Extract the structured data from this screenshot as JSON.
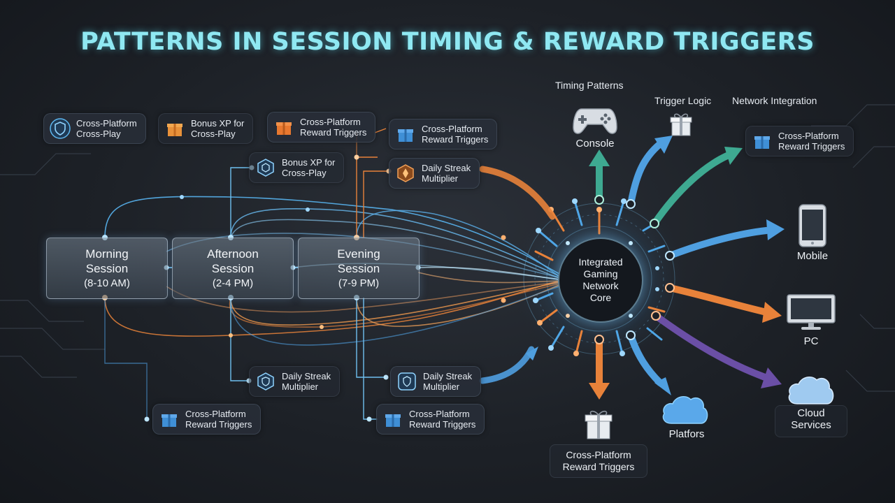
{
  "title": "PATTERNS IN SESSION TIMING & REWARD TRIGGERS",
  "sessions": [
    {
      "name": "Morning",
      "line2": "Session",
      "time": "(8-10 AM)"
    },
    {
      "name": "Afternoon",
      "line2": "Session",
      "time": "(2-4 PM)"
    },
    {
      "name": "Evening",
      "line2": "Session",
      "time": "(7-9 PM)"
    }
  ],
  "chips": [
    {
      "label_1": "Cross-Platform",
      "label_2": "Cross-Play",
      "icon": "shield-icon"
    },
    {
      "label_1": "Bonus XP for",
      "label_2": "Cross-Play",
      "icon": "gift-icon"
    },
    {
      "label_1": "Cross-Platform",
      "label_2": "Reward Triggers",
      "icon": "gift-icon"
    },
    {
      "label_1": "Cross-Platform",
      "label_2": "Reward Triggers",
      "icon": "gift-icon"
    },
    {
      "label_1": "Bonus XP for",
      "label_2": "Cross-Play",
      "icon": "hexagon-badge-icon"
    },
    {
      "label_1": "Daily Streak",
      "label_2": "Multiplier",
      "icon": "streak-badge-icon"
    },
    {
      "label_1": "Daily Streak",
      "label_2": "Multiplier",
      "icon": "shield-icon"
    },
    {
      "label_1": "Daily Streak",
      "label_2": "Multiplier",
      "icon": "shield-icon"
    },
    {
      "label_1": "Cross-Platform",
      "label_2": "Reward Triggers",
      "icon": "gift-icon"
    },
    {
      "label_1": "Cross-Platform",
      "label_2": "Reward Triggers",
      "icon": "gift-icon"
    },
    {
      "label_1": "Cross-Platform",
      "label_2": "Reward Triggers",
      "icon": "gift-icon"
    }
  ],
  "core": {
    "line1": "Integrated",
    "line2": "Gaming",
    "line3": "Network",
    "line4": "Core"
  },
  "top_labels": {
    "timing": "Timing Patterns",
    "trigger": "Trigger Logic",
    "network": "Network Integration"
  },
  "devices": {
    "console": "Console",
    "mobile": "Mobile",
    "pc": "PC",
    "platforms": "Platfors",
    "cloud_1": "Cloud",
    "cloud_2": "Services"
  },
  "bottom_reward": {
    "line1": "Cross-Platform",
    "line2": "Reward Triggers"
  },
  "colors": {
    "title": "#8fe8f2",
    "blue": "#4fa6e6",
    "orange": "#e8823a",
    "teal": "#3ea991",
    "purple": "#6b4fa6",
    "background": "#1d2127"
  }
}
